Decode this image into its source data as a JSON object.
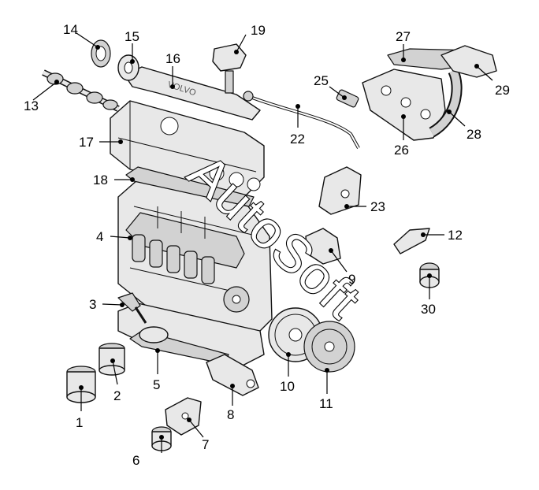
{
  "watermark": "AutoSoft",
  "cover_brand": "VOLVO",
  "callouts": [
    {
      "n": "1",
      "label": "1"
    },
    {
      "n": "2",
      "label": "2"
    },
    {
      "n": "3",
      "label": "3"
    },
    {
      "n": "4",
      "label": "4"
    },
    {
      "n": "5",
      "label": "5"
    },
    {
      "n": "6",
      "label": "6"
    },
    {
      "n": "7",
      "label": "7"
    },
    {
      "n": "8",
      "label": "8"
    },
    {
      "n": "9",
      "label": "9"
    },
    {
      "n": "10",
      "label": "10"
    },
    {
      "n": "11",
      "label": "11"
    },
    {
      "n": "12",
      "label": "12"
    },
    {
      "n": "13",
      "label": "13"
    },
    {
      "n": "14",
      "label": "14"
    },
    {
      "n": "15",
      "label": "15"
    },
    {
      "n": "16",
      "label": "16"
    },
    {
      "n": "17",
      "label": "17"
    },
    {
      "n": "18",
      "label": "18"
    },
    {
      "n": "19",
      "label": "19"
    },
    {
      "n": "22",
      "label": "22"
    },
    {
      "n": "23",
      "label": "23"
    },
    {
      "n": "25",
      "label": "25"
    },
    {
      "n": "26",
      "label": "26"
    },
    {
      "n": "27",
      "label": "27"
    },
    {
      "n": "28",
      "label": "28"
    },
    {
      "n": "29",
      "label": "29"
    },
    {
      "n": "30",
      "label": "30"
    }
  ]
}
